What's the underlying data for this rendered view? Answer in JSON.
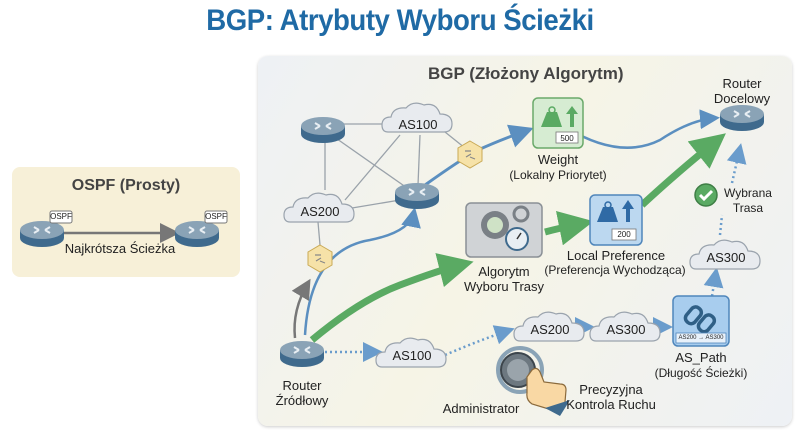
{
  "title": "BGP: Atrybuty Wyboru Ścieżki",
  "ospf": {
    "title": "OSPF (Prosty)",
    "router_badge": "OSPF",
    "path_label": "Najkrótsza Ścieżka"
  },
  "bgp": {
    "title": "BGP (Złożony Algorytm)",
    "clouds": {
      "as100_top": "AS100",
      "as200_left": "AS200",
      "as100_bottom": "AS100",
      "as200_bottom": "AS200",
      "as300_bottom": "AS300",
      "as300_right": "AS300"
    },
    "source_router": {
      "line1": "Router",
      "line2": "Źródłowy"
    },
    "dest_router": {
      "line1": "Router",
      "line2": "Docelowy"
    },
    "weight": {
      "value": "500",
      "name": "Weight",
      "desc": "(Lokalny Priorytet)"
    },
    "algorithm": {
      "line1": "Algorytm",
      "line2": "Wyboru Trasy"
    },
    "local_pref": {
      "value": "200",
      "name": "Local Preference",
      "desc": "(Preferencja Wychodząca)"
    },
    "as_path": {
      "value": "AS200 → AS300",
      "name": "AS_Path",
      "desc": "(Długość Ścieżki)"
    },
    "selected": {
      "line1": "Wybrana",
      "line2": "Trasa"
    },
    "admin": "Administrator",
    "control": {
      "line1": "Precyzyjna",
      "line2": "Kontrola Ruchu"
    }
  },
  "colors": {
    "title": "#1f6aa5",
    "green_path": "#5aaa63",
    "blue_path": "#5b8fc0",
    "router": "#4f7da3",
    "weight_box": "#d6ecd2",
    "pref_box": "#bcd8f0"
  }
}
